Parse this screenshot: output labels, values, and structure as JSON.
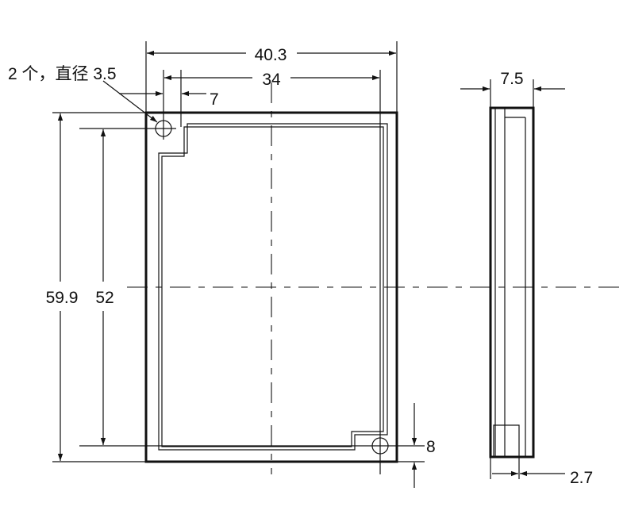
{
  "labels": {
    "width_overall": "40.3",
    "width_holes": "34",
    "hole_note": "2 个，直径 3.5",
    "hole_offset": "7",
    "height_overall": "59.9",
    "height_holes": "52",
    "hole_bottom": "8",
    "depth": "7.5",
    "lip": "2.7"
  }
}
